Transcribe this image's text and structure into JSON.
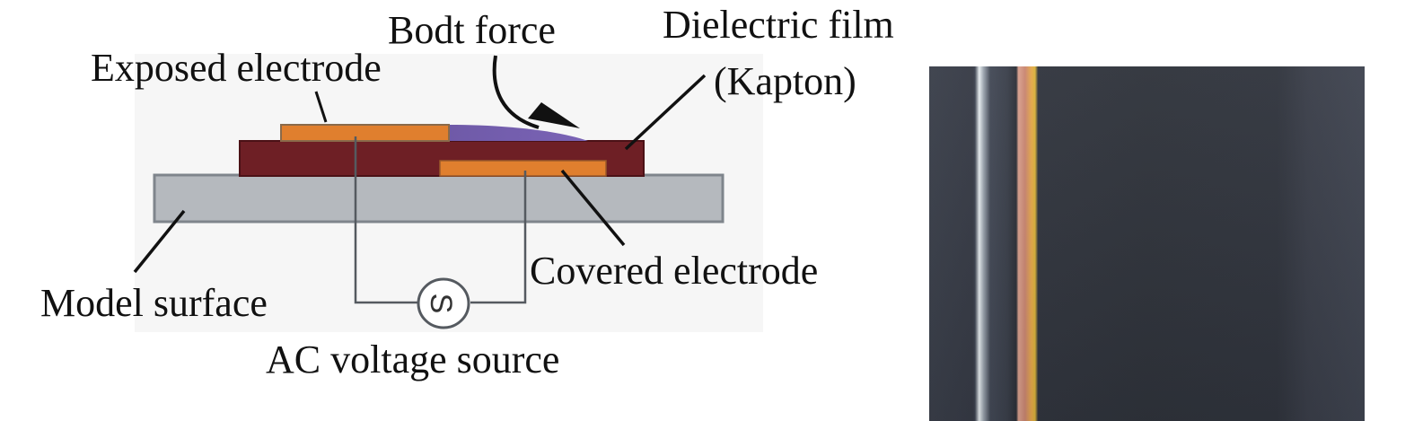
{
  "labels": {
    "body_force": "Bodt force",
    "dielectric_film_line1": "Dielectric film",
    "dielectric_film_line2": "(Kapton)",
    "exposed_electrode": "Exposed electrode",
    "covered_electrode": "Covered electrode",
    "model_surface": "Model surface",
    "ac_voltage_source": "AC voltage source",
    "source_symbol": "S"
  },
  "colors": {
    "electrode": "#e07f2e",
    "dielectric": "#6e1f25",
    "plasma": "#6f5aa8",
    "model_surface": "#b5b9be",
    "wire": "#555a60",
    "photo_background": "#31353e"
  },
  "photo": {
    "description": "Photograph of plasma actuator on dark model surface"
  }
}
